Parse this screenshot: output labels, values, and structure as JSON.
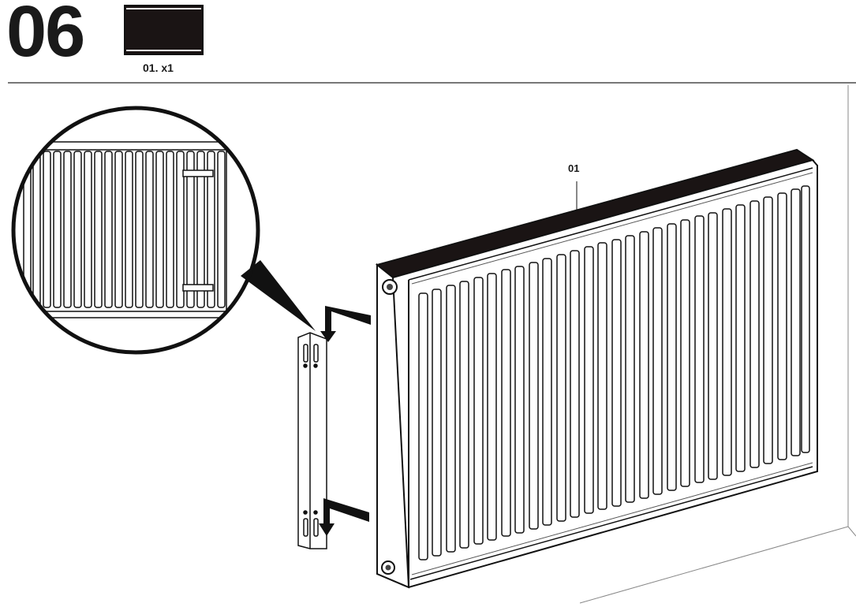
{
  "header": {
    "step_number": "06",
    "part_caption": "01. x1",
    "part_thumbnail_icon": "radiator-thumbnail-icon"
  },
  "illustration": {
    "callout_label": "01",
    "elements": [
      "radiator-panel",
      "wall-bracket",
      "magnified-detail-circle",
      "mounting-arrow-top",
      "mounting-arrow-bottom",
      "wall-corner-lines"
    ],
    "radiator_fin_count": 29,
    "detail_fin_count": 20
  }
}
